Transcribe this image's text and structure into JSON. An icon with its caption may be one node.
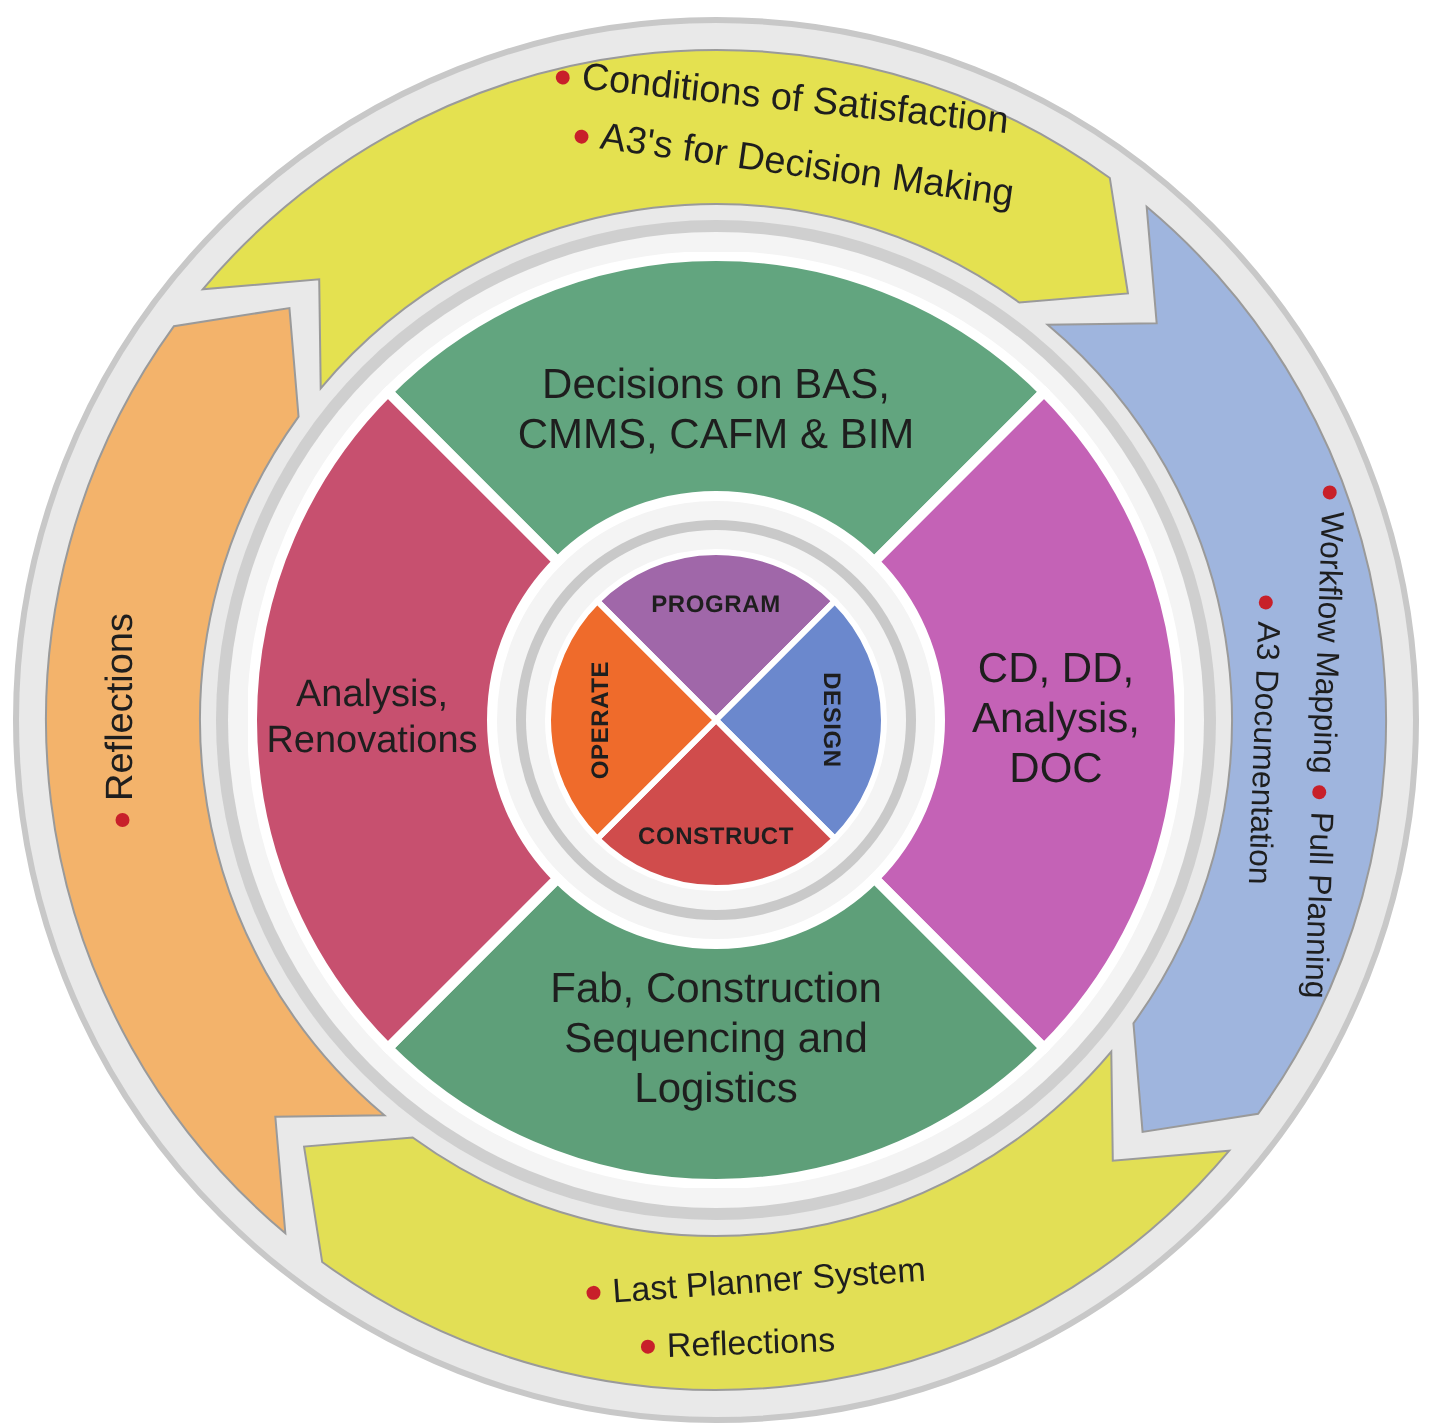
{
  "diagram": {
    "nodes": [
      {
        "text": [
          "Conditions of Satisfaction",
          "A3's for Decision Making"
        ]
      },
      {
        "text": [
          "Workflow Mapping",
          "Pull Planning",
          "A3 Documentation"
        ]
      },
      {
        "text": [
          "Last Planner System",
          "Reflections"
        ]
      },
      {
        "text": [
          "Reflections"
        ]
      },
      {
        "text": [
          "Decisions on BAS, CMMS, CAFM & BIM"
        ]
      },
      {
        "text": [
          "CD, DD, Analysis, DOC"
        ]
      },
      {
        "text": [
          "Fab, Construction Sequencing and Logistics"
        ]
      },
      {
        "text": [
          "Analysis, Renovations"
        ]
      },
      {
        "text": [
          "PROGRAM"
        ]
      },
      {
        "text": [
          "DESIGN"
        ]
      },
      {
        "text": [
          "CONSTRUCT"
        ]
      },
      {
        "text": [
          "OPERATE"
        ]
      }
    ]
  }
}
